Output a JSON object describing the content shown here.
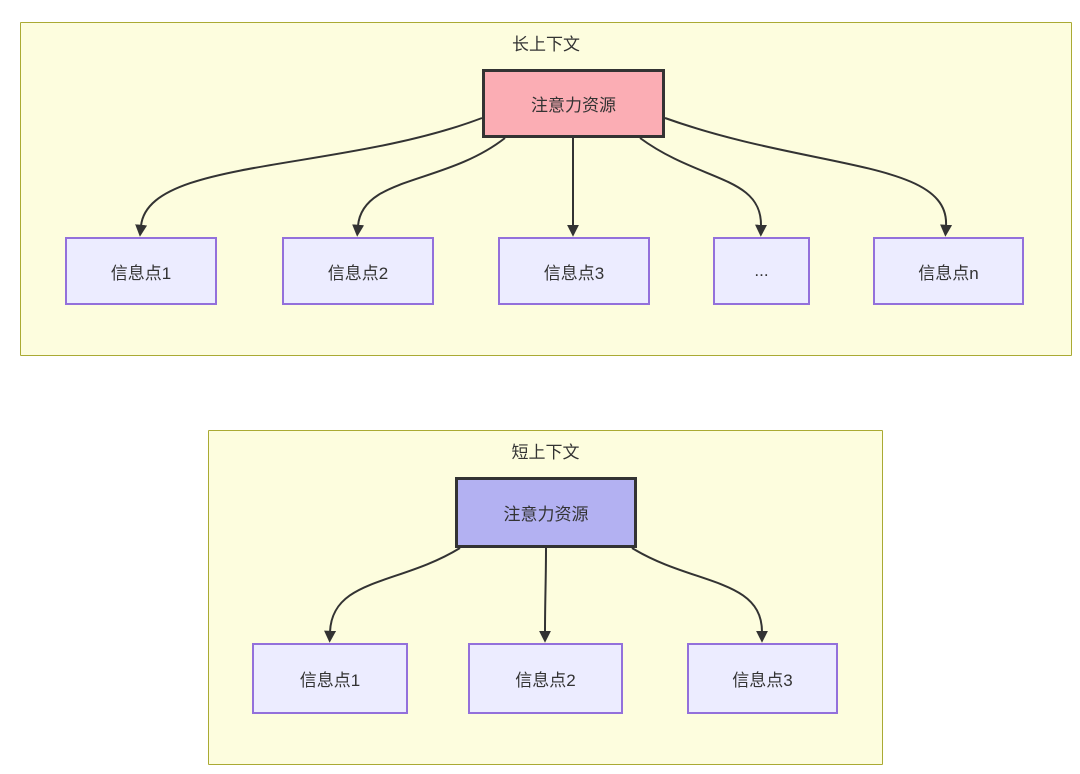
{
  "colors": {
    "background": "#ffffff",
    "cluster_fill": "#fdfdde",
    "cluster_border": "#aaaa33",
    "info_node_fill": "#ececff",
    "info_node_border": "#9370db",
    "attention_long_fill": "#fbadb4",
    "attention_short_fill": "#b3b1f2",
    "attention_border": "#333333",
    "arrow": "#333333",
    "text": "#333333"
  },
  "long_context": {
    "title": "长上下文",
    "attention_node": {
      "label": "注意力资源"
    },
    "info_nodes": [
      {
        "label": "信息点1"
      },
      {
        "label": "信息点2"
      },
      {
        "label": "信息点3"
      },
      {
        "label": "..."
      },
      {
        "label": "信息点n"
      }
    ],
    "edges": [
      {
        "from": "注意力资源",
        "to": "信息点1"
      },
      {
        "from": "注意力资源",
        "to": "信息点2"
      },
      {
        "from": "注意力资源",
        "to": "信息点3"
      },
      {
        "from": "注意力资源",
        "to": "..."
      },
      {
        "from": "注意力资源",
        "to": "信息点n"
      }
    ]
  },
  "short_context": {
    "title": "短上下文",
    "attention_node": {
      "label": "注意力资源"
    },
    "info_nodes": [
      {
        "label": "信息点1"
      },
      {
        "label": "信息点2"
      },
      {
        "label": "信息点3"
      }
    ],
    "edges": [
      {
        "from": "注意力资源",
        "to": "信息点1"
      },
      {
        "from": "注意力资源",
        "to": "信息点2"
      },
      {
        "from": "注意力资源",
        "to": "信息点3"
      }
    ]
  }
}
